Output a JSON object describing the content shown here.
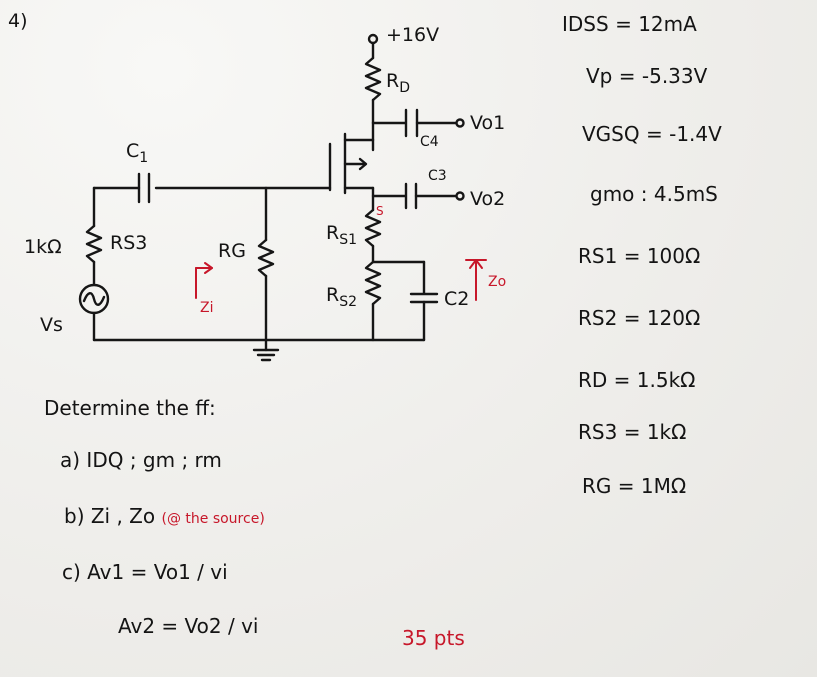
{
  "problem_number": "4)",
  "supply": "+16V",
  "labels": {
    "rd": "R",
    "rd_sub": "D",
    "c4": "C4",
    "vo1": "Vo1",
    "c1": "C",
    "c1_sub": "1",
    "c3": "C3",
    "s": "S",
    "vo2": "Vo2",
    "rs1": "R",
    "rs1_sub": "S1",
    "rs2": "R",
    "rs2_sub": "S2",
    "c2": "C2",
    "zo": "Zo",
    "zi": "Zi",
    "rg": "RG",
    "rs3": "RS3",
    "source_res": "1kΩ",
    "vs": "Vs"
  },
  "params": [
    {
      "sym": "IDSS",
      "eq": "=",
      "val": "12mA"
    },
    {
      "sym": "Vp",
      "eq": "=",
      "val": "-5.33V"
    },
    {
      "sym": "VGSQ",
      "eq": "=",
      "val": "-1.4V"
    },
    {
      "sym": "gmo",
      "eq": ":",
      "val": "4.5mS"
    },
    {
      "sym": "RS1",
      "eq": "=",
      "val": "100Ω"
    },
    {
      "sym": "RS2",
      "eq": "=",
      "val": "120Ω"
    },
    {
      "sym": "RD",
      "eq": "=",
      "val": "1.5kΩ"
    },
    {
      "sym": "RS3",
      "eq": "=",
      "val": "1kΩ"
    },
    {
      "sym": "RG",
      "eq": "=",
      "val": "1MΩ"
    }
  ],
  "questions": {
    "heading": "Determine the ff:",
    "a": "a) IDQ ; gm ; rm",
    "b_main": "b) Zi , Zo",
    "b_note": "(@ the source)",
    "c1": "c) Av1 = Vo1 / vi",
    "c2": "Av2 = Vo2 / vi",
    "points": "35 pts"
  }
}
